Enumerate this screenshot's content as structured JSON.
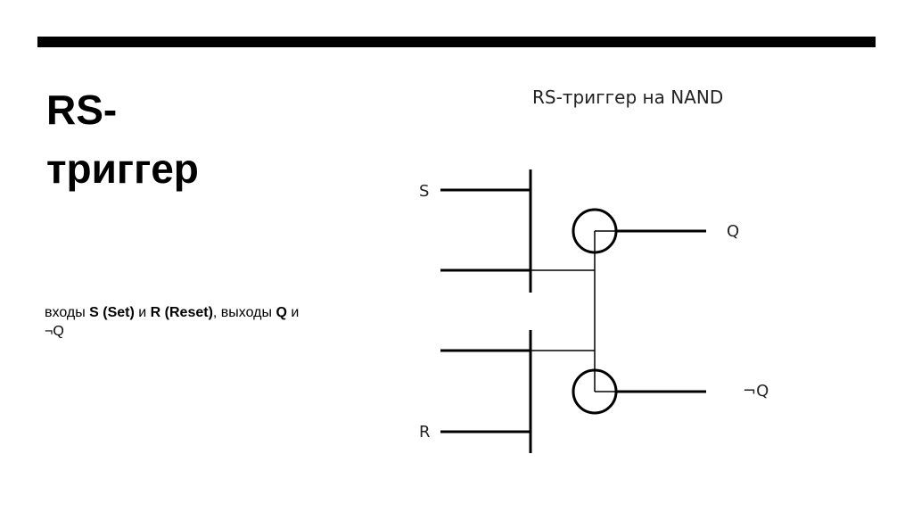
{
  "slide": {
    "title_line1": "RS-",
    "title_line2": "триггер",
    "description": {
      "part1": "входы ",
      "s_label": "S (Set)",
      "part2": " и ",
      "r_label": "R (Reset)",
      "part3": ", выходы ",
      "q_label": "Q",
      "part4": " и",
      "line2": "¬Q"
    }
  },
  "diagram": {
    "title": "RS-триггер на NAND",
    "labels": {
      "s_input": "S",
      "r_input": "R",
      "q_output": "Q",
      "not_q_output": "¬Q"
    }
  },
  "colors": {
    "rule": "#000000",
    "text": "#000000",
    "diagram_line": "#000000",
    "diagram_text": "#222222"
  }
}
